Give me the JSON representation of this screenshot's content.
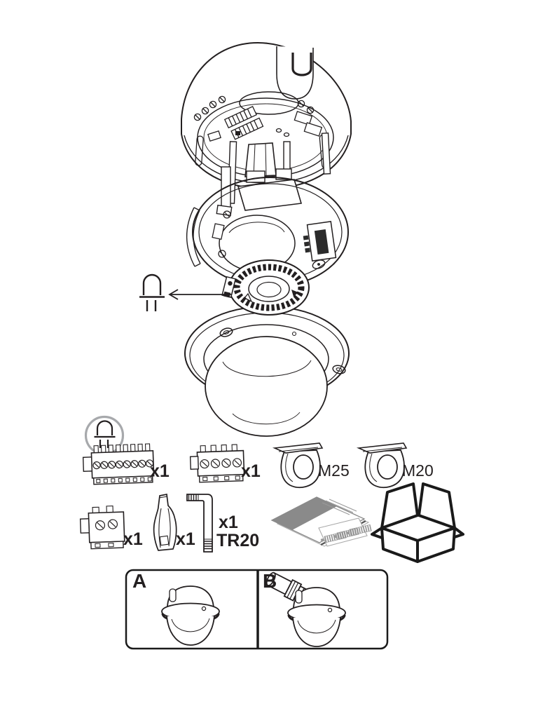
{
  "colors": {
    "ink": "#231f20",
    "document_gray": "#8a8a8a",
    "badge_circle_gray": "#a7a9ac",
    "background": "#ffffff"
  },
  "exploded_view": {
    "subject": "dome-camera-exploded-view",
    "parts": [
      "mounting-base",
      "camera-module",
      "dome-cover"
    ],
    "callout": {
      "icon": "led-icon"
    }
  },
  "box_contents": {
    "led_badge_icon": "led-icon",
    "row1": [
      {
        "icon": "io-terminal-block-icon",
        "qty": "x1"
      },
      {
        "icon": "terminal-block-icon",
        "qty": "x1"
      },
      {
        "icon": "cable-gland-seal-icon",
        "size": "M25"
      },
      {
        "icon": "cable-gland-seal-icon",
        "size": "M20"
      }
    ],
    "row2": [
      {
        "icon": "power-terminal-block-icon",
        "qty": "x1"
      },
      {
        "icon": "applicator-tool-icon",
        "qty": "x1"
      },
      {
        "icon": "torx-key-icon",
        "qty": "x1",
        "size": "TR20"
      },
      {
        "icon": "documentation-icon"
      },
      {
        "icon": "packaging-box-icon"
      }
    ]
  },
  "mount_variants": {
    "option_a": "A",
    "option_b": "B"
  }
}
